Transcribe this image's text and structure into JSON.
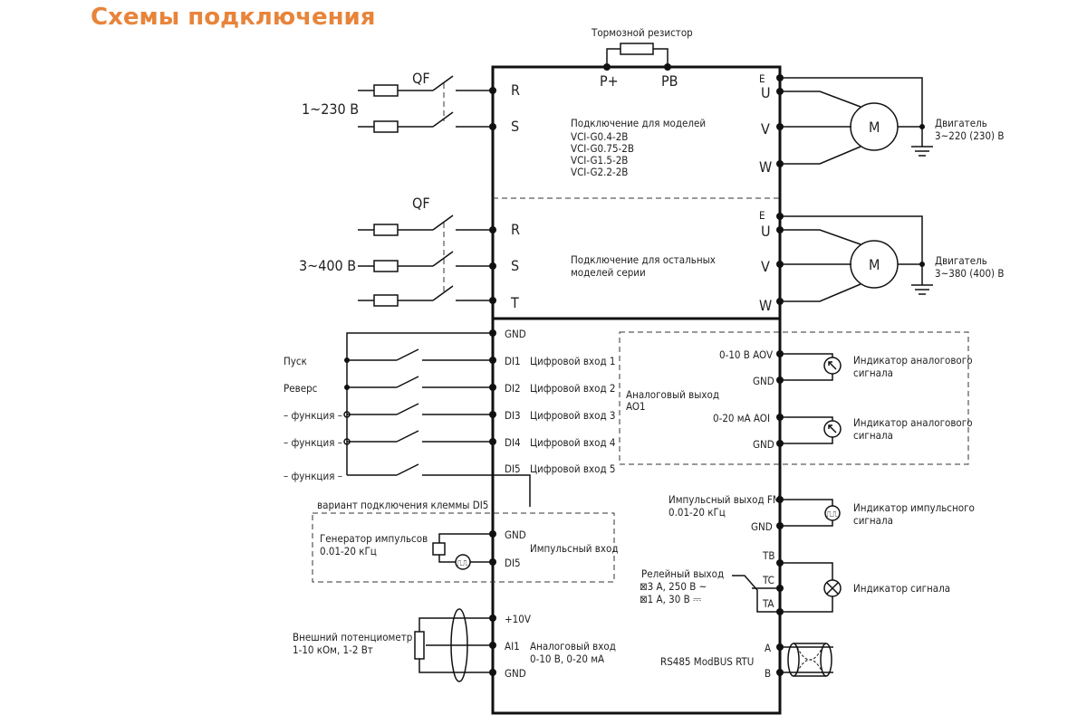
{
  "title": "Схемы подключения",
  "brake_resistor": "Тормозной резистор",
  "brake_terminals": {
    "p": "P+",
    "pb": "PB"
  },
  "breaker_label": "QF",
  "supply_1ph": "1~230 В",
  "supply_3ph": "3~400 В",
  "terminals_in_top": [
    "R",
    "S"
  ],
  "terminals_in_bottom": [
    "R",
    "S",
    "T"
  ],
  "terminals_out": [
    "U",
    "V",
    "W"
  ],
  "earth_label": "E",
  "models_top": [
    "Подключение для моделей",
    "VCI-G0.4-2B",
    "VCI-G0.75-2B",
    "VCI-G1.5-2B",
    "VCI-G2.2-2B"
  ],
  "models_bottom": [
    "Подключение для остальных",
    "моделей серии"
  ],
  "motor_symbol": "M",
  "motor_top": [
    "Двигатель",
    "3~220 (230) В"
  ],
  "motor_bottom": [
    "Двигатель",
    "3~380 (400) В"
  ],
  "gnd": "GND",
  "di_terminals": [
    "DI1",
    "DI2",
    "DI3",
    "DI4",
    "DI5"
  ],
  "di_desc": [
    "Цифровой вход 1",
    "Цифровой вход 2",
    "Цифровой вход 3",
    "Цифровой вход 4",
    "Цифровой вход 5"
  ],
  "di_left": [
    "Пуск",
    "Реверс",
    "– функция –",
    "– функция –",
    "– функция –"
  ],
  "di5_variant": "вариант подключения клеммы DI5",
  "pulse_gen": [
    "Генератор импульсов",
    "0.01-20 кГц"
  ],
  "pulse_input": "Импульсный вход",
  "pot_label": [
    "Внешний потенциометр",
    "1-10 кОм, 1-2 Вт"
  ],
  "ai_terminals": [
    "+10V",
    "AI1",
    "GND"
  ],
  "ai_desc": [
    "Аналоговый вход",
    "0-10 В, 0-20 мА"
  ],
  "ao_block": [
    "Аналоговый выход",
    "AO1"
  ],
  "ao_terms": [
    "0-10 В AOV",
    "GND",
    "0-20 мА  AOI",
    "GND"
  ],
  "indicator_analog": [
    "Индикатор аналогового",
    "сигнала"
  ],
  "fm_desc": [
    "Импульсный выход FM",
    "0.01-20 кГц"
  ],
  "indicator_pulse": [
    "Индикатор импульсного",
    "сигнала"
  ],
  "relay_desc": [
    "Релейный выход",
    "⊠3 А, 250 В ~",
    "⊠1 А, 30 В ⎓"
  ],
  "relay_terms": [
    "TB",
    "TC",
    "TA"
  ],
  "indicator_signal": "Индикатор сигнала",
  "rs485": "RS485 ModBUS RTU",
  "rs485_terms": [
    "A",
    "B"
  ],
  "pulse_symbol": "⎍⎍"
}
